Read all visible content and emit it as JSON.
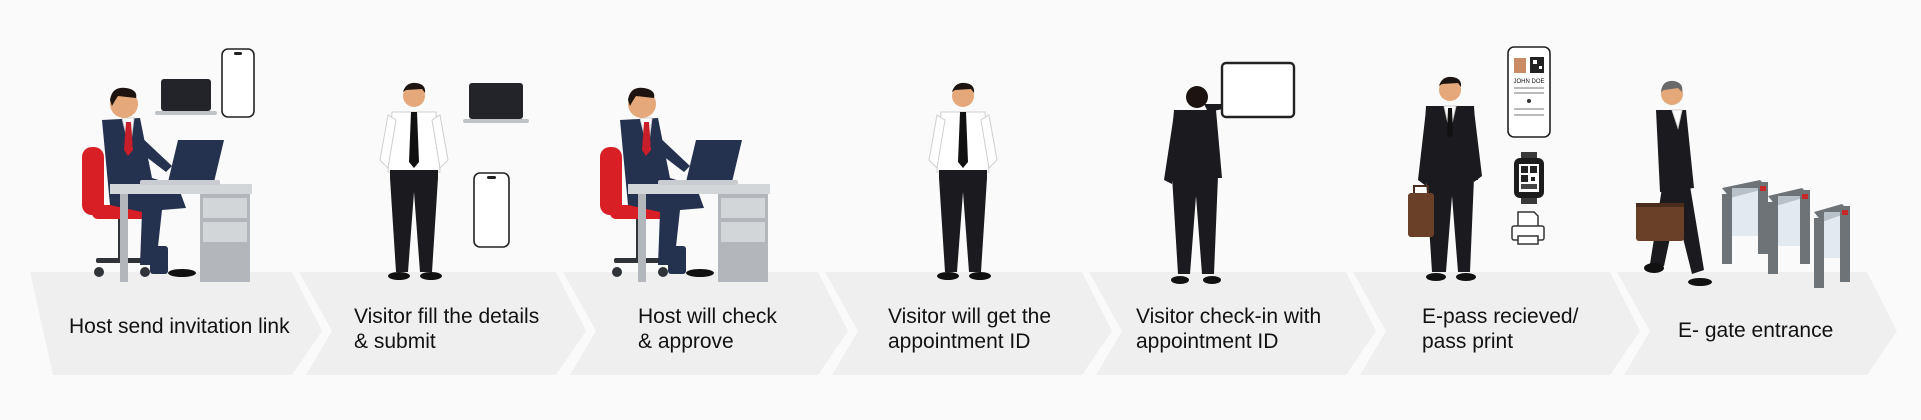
{
  "steps": [
    {
      "id": 1,
      "label": "Host send invitation link"
    },
    {
      "id": 2,
      "label": "Visitor fill the details\n& submit"
    },
    {
      "id": 3,
      "label": "Host will check\n& approve"
    },
    {
      "id": 4,
      "label": "Visitor will get the\nappointment ID"
    },
    {
      "id": 5,
      "label": "Visitor check-in with\nappointment ID"
    },
    {
      "id": 6,
      "label": "E-pass recieved/\npass print"
    },
    {
      "id": 7,
      "label": "E- gate entrance"
    }
  ],
  "epass_card": {
    "name": "JOHN DOE"
  },
  "colors": {
    "band": "#efefef",
    "text": "#111111",
    "chair": "#d81f26",
    "tie": "#c81e2a",
    "suit": "#1b1b1f",
    "host_suit": "#24314f"
  },
  "icons": [
    "host-at-desk-icon",
    "laptop-icon",
    "smartphone-icon",
    "visitor-standing-icon",
    "touch-screen-icon",
    "smartwatch-icon",
    "printer-icon",
    "briefcase-icon",
    "turnstile-gate-icon"
  ]
}
